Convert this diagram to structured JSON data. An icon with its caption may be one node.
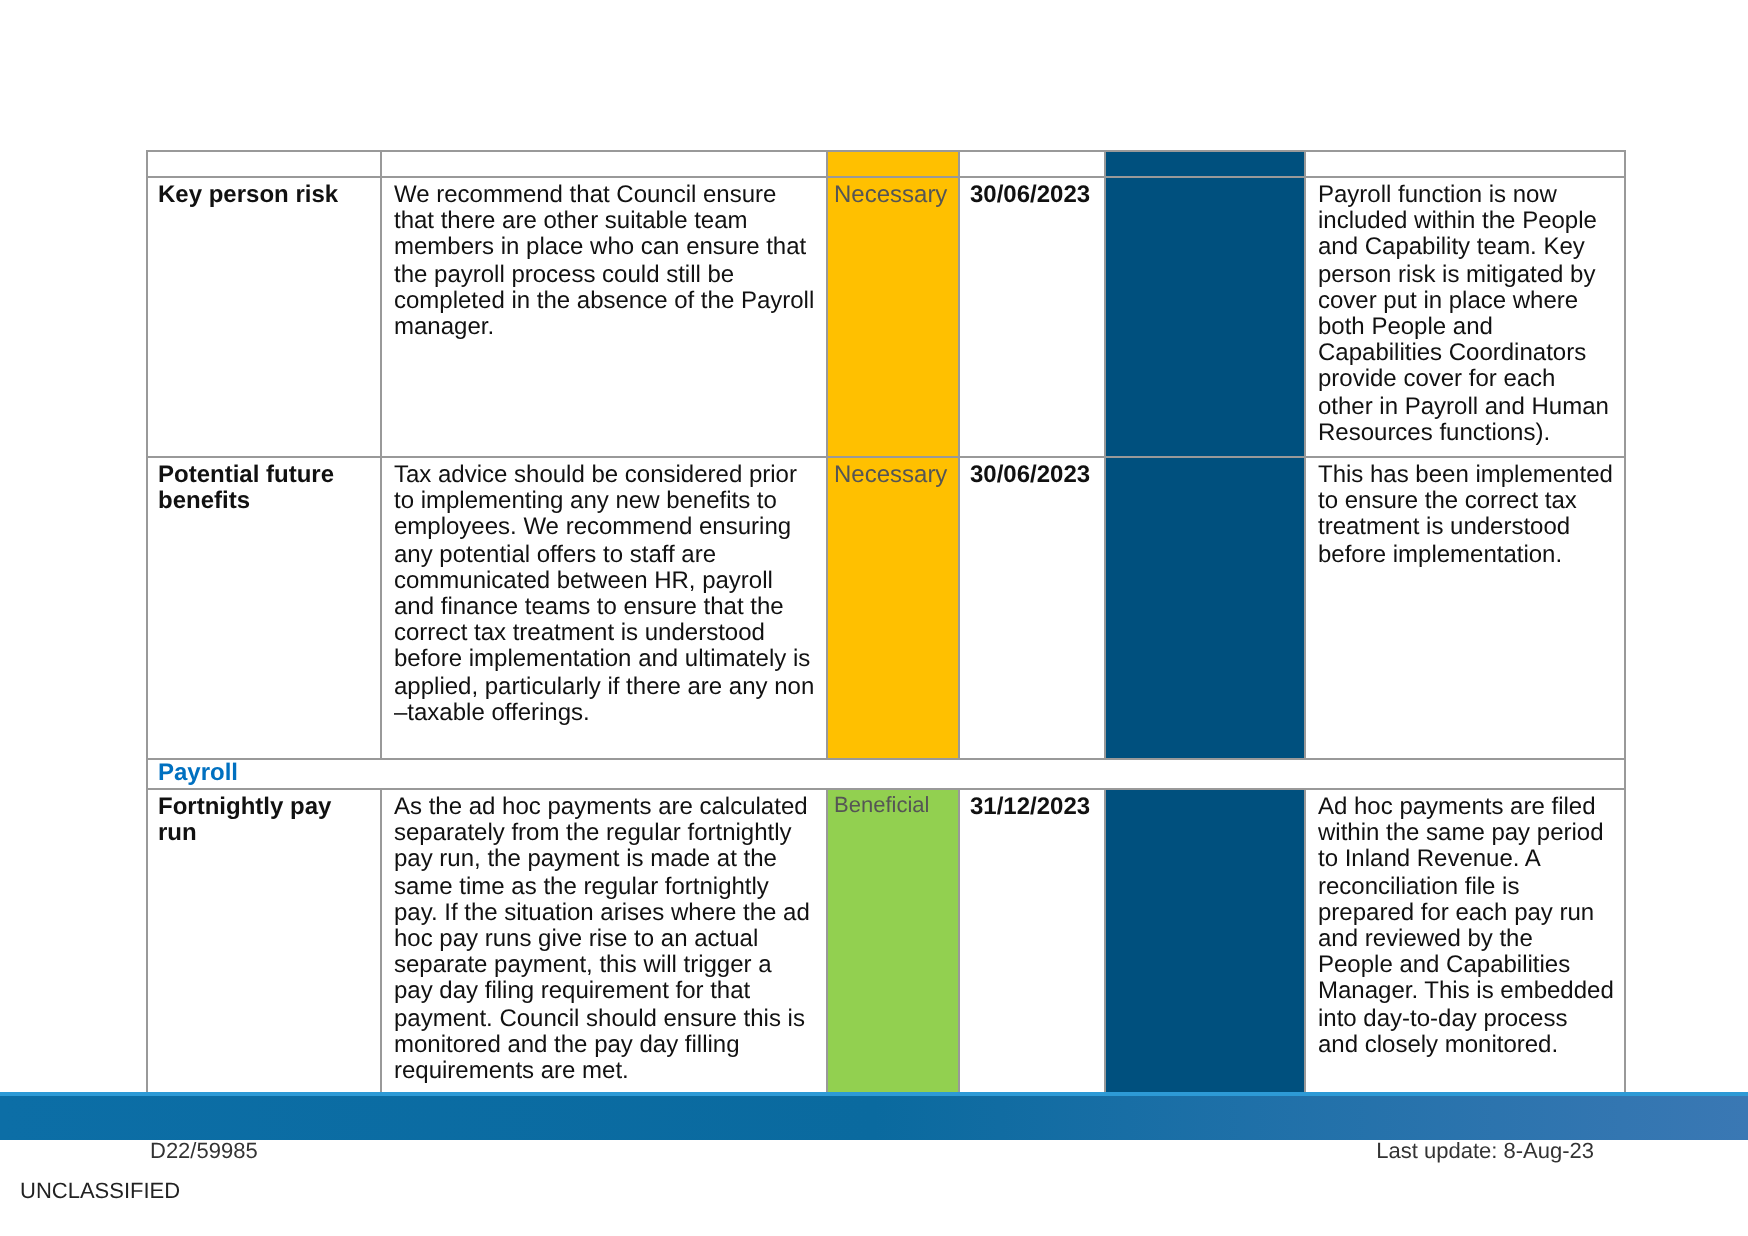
{
  "diagram": {
    "labels": [
      "Key person risk",
      "We recommend that Council ensure that there are other suitable team members in place who can ensure that the payroll process could still be completed in the absence of the Payroll manager.",
      "Necessary",
      "30/06/2023",
      "Payroll function is now included within the People and Capability team. Key person risk is mitigated by cover put in place where both People and Capabilities Coordinators provide cover for each other in Payroll and Human Resources functions).",
      "Potential future benefits",
      "Tax advice should be considered prior to implementing any new benefits to employees. We recommend ensuring any potential offers to staff are communicated between HR, payroll and finance teams to ensure that the correct tax treatment is understood before implementation and ultimately is applied, particularly if there are any non –taxable offerings.",
      "Necessary",
      "30/06/2023",
      "This has been implemented to ensure the correct tax treatment is understood before implementation.",
      "Payroll",
      "Fortnightly pay run",
      "As the ad hoc payments are calculated separately from the regular fortnightly pay run, the payment is made at the same time as the regular fortnightly pay. If the situation arises where the ad hoc pay runs give rise to an actual separate payment, this will trigger a pay day filing requirement for that payment. Council should ensure this is monitored and the pay day filling requirements are met.",
      "Beneficial",
      "31/12/2023",
      "Ad hoc payments are filed within the same pay period to Inland Revenue. A reconciliation file is prepared for each pay run and reviewed by the People and Capabilities Manager. This is embedded into day-to-day process and closely monitored.",
      "D22/59985",
      "Last update: 8-Aug-23",
      "UNCLASSIFIED"
    ]
  }
}
